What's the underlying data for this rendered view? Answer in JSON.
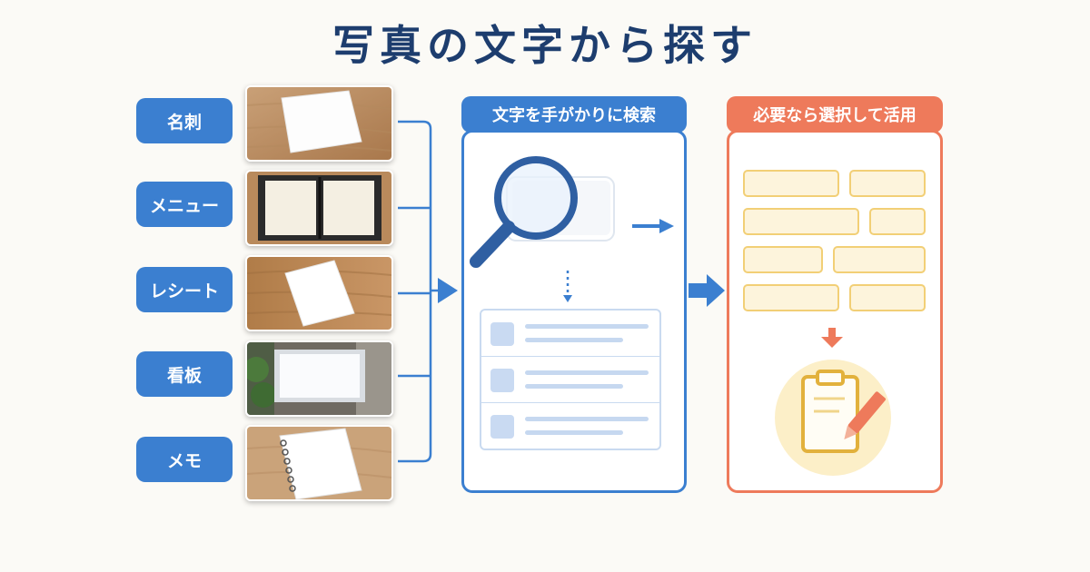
{
  "title": "写真の文字から探す",
  "sources": [
    {
      "label": "名刺",
      "photo_icon": "business-card-photo"
    },
    {
      "label": "メニュー",
      "photo_icon": "menu-book-photo"
    },
    {
      "label": "レシート",
      "photo_icon": "receipt-photo"
    },
    {
      "label": "看板",
      "photo_icon": "signboard-photo"
    },
    {
      "label": "メモ",
      "photo_icon": "memo-notebook-photo"
    }
  ],
  "search_panel": {
    "header": "文字を手がかりに検索",
    "icon": "magnifier-icon"
  },
  "use_panel": {
    "header": "必要なら選択して活用",
    "icon": "clipboard-pencil-icon"
  },
  "colors": {
    "title": "#1d3d6e",
    "blue_accent": "#3b7fd0",
    "orange_accent": "#ee7a5b",
    "card_border": "#f2cf76"
  }
}
